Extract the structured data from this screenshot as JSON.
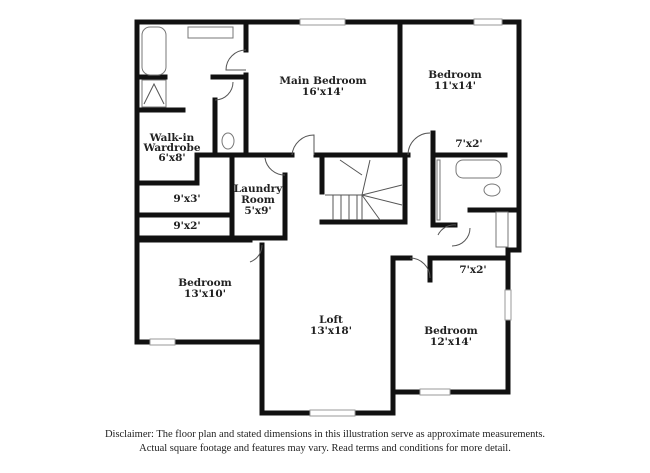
{
  "rooms": [
    {
      "name": "Main Bedroom",
      "dims": "16'x14'"
    },
    {
      "name": "Bedroom",
      "dims": "11'x14'"
    },
    {
      "name": "Walk-in Wardrobe",
      "dims": "6'x8'"
    },
    {
      "name": "",
      "dims": "7'x2'"
    },
    {
      "name": "Laundry Room",
      "dims": "5'x9'"
    },
    {
      "name": "",
      "dims": "9'x3'"
    },
    {
      "name": "",
      "dims": "9'x2'"
    },
    {
      "name": "",
      "dims": "7'x2'"
    },
    {
      "name": "Bedroom",
      "dims": "13'x10'"
    },
    {
      "name": "Loft",
      "dims": "13'x18'"
    },
    {
      "name": "Bedroom",
      "dims": "12'x14'"
    }
  ],
  "disclaimer": {
    "line1": "Disclaimer: The floor plan and stated dimensions in this illustration serve as approximate measurements.",
    "line2": "Actual square footage and features may vary. Read terms and conditions for more detail."
  }
}
